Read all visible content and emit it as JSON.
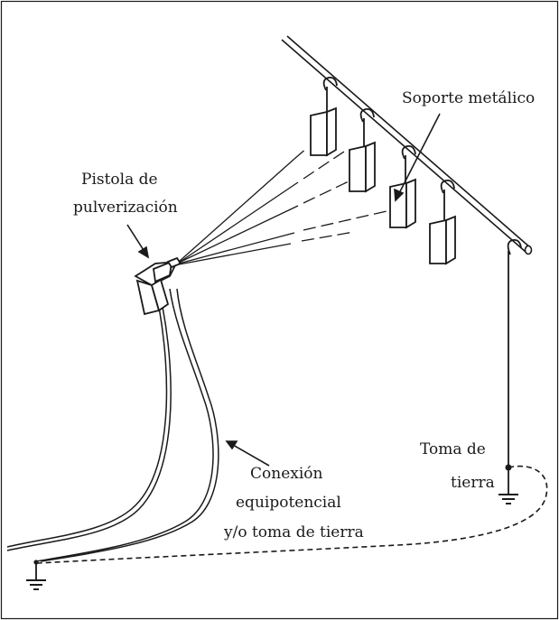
{
  "labels": {
    "support": "Soporte metálico",
    "gun_line1": "Pistola de",
    "gun_line2": "pulverización",
    "ground_line1": "Toma de",
    "ground_line2": "tierra",
    "bond_line1": "Conexión",
    "bond_line2": "equipotencial",
    "bond_line3": "y/o toma de tierra"
  },
  "colors": {
    "stroke": "#1a1a1a",
    "background": "#ffffff"
  }
}
